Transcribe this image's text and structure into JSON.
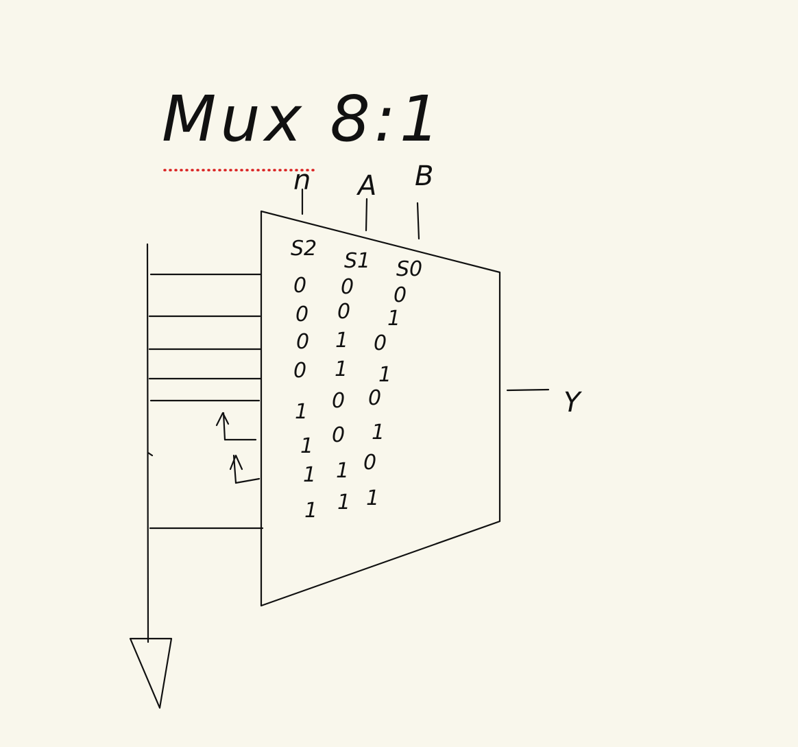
{
  "title": "Mux 8:1",
  "select_inputs": {
    "labels": [
      "S2",
      "S1",
      "S0"
    ],
    "top_marks": [
      "n",
      "A",
      "B"
    ]
  },
  "output": {
    "label": "Y"
  },
  "truth_table": {
    "rows": [
      [
        "0",
        "0",
        "0"
      ],
      [
        "0",
        "0",
        "1"
      ],
      [
        "0",
        "1",
        "0"
      ],
      [
        "0",
        "1",
        "1"
      ],
      [
        "1",
        "0",
        "0"
      ],
      [
        "1",
        "0",
        "1"
      ],
      [
        "1",
        "1",
        "0"
      ],
      [
        "1",
        "1",
        "1"
      ]
    ]
  },
  "colors": {
    "background": "#f9f7ec",
    "ink": "#111111",
    "spellcheck": "#d91e1e"
  }
}
